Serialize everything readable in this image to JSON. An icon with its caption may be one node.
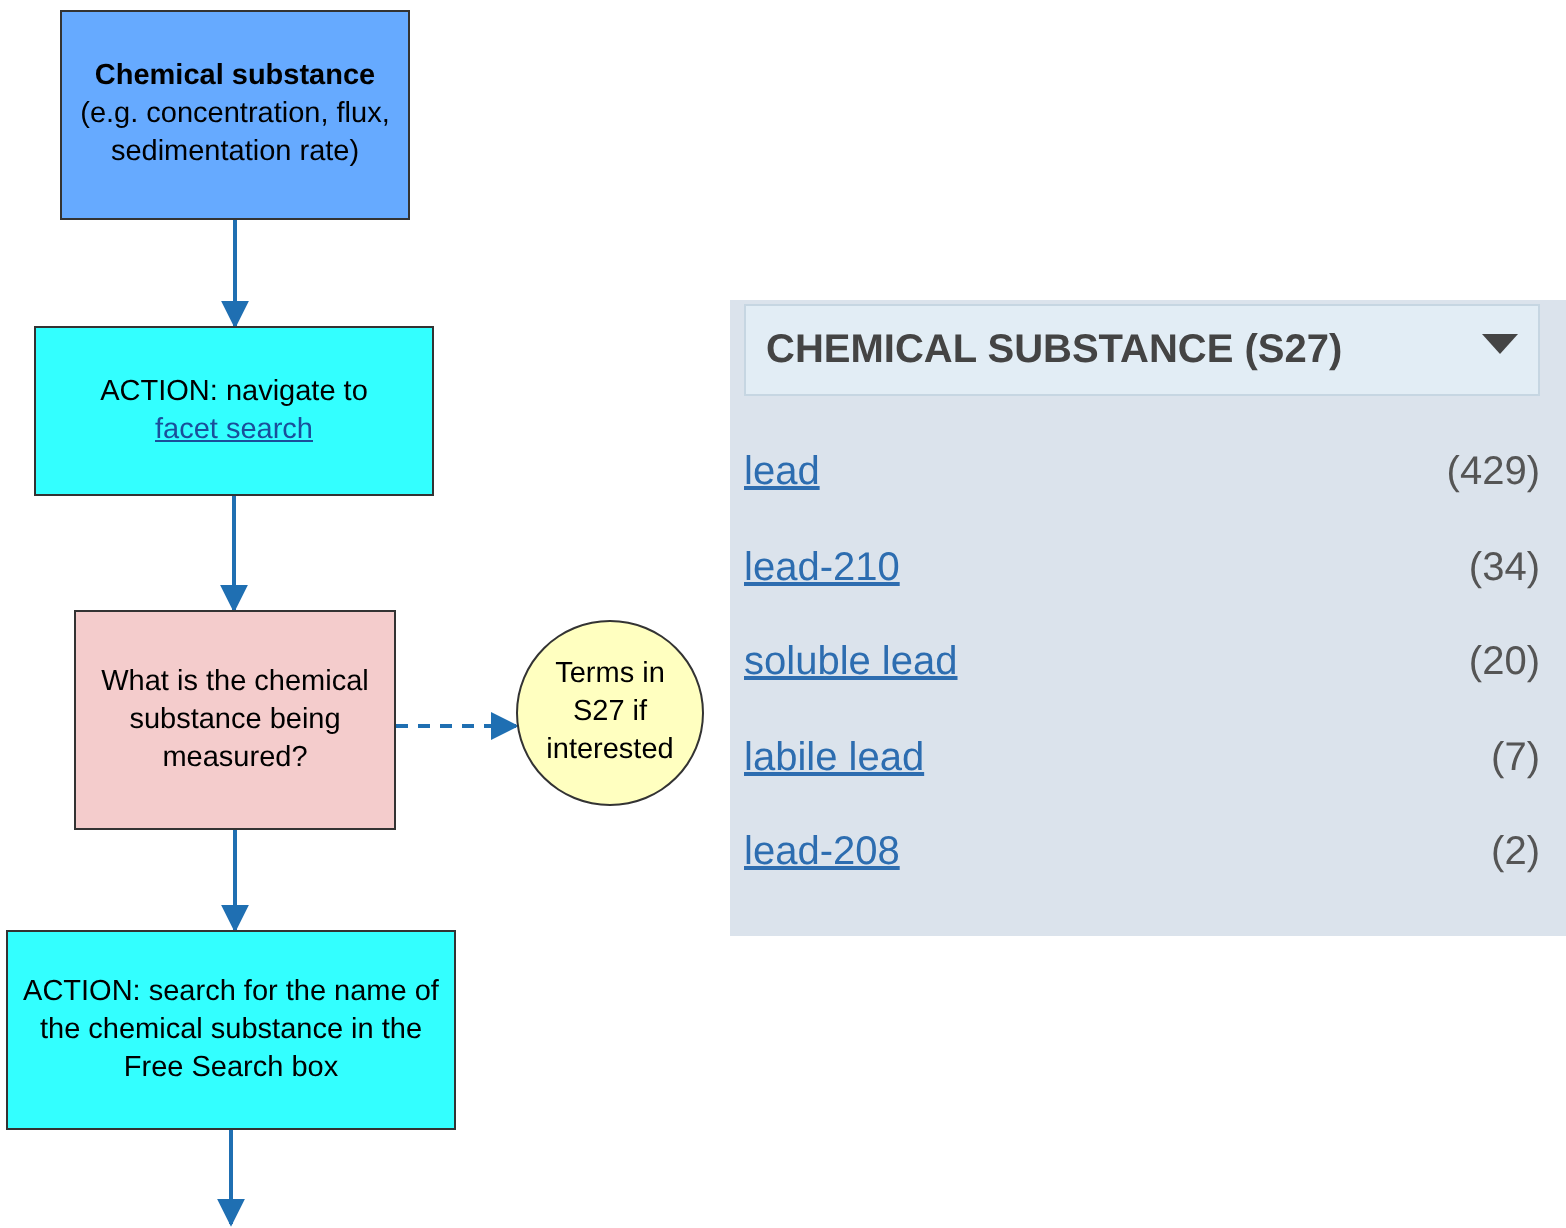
{
  "diagram": {
    "nodes": [
      {
        "text": [
          "Chemical substance",
          "(e.g. concentration, flux, sedimentation rate)"
        ]
      },
      {
        "text": [
          "ACTION: navigate to",
          "facet search"
        ]
      },
      {
        "text": [
          "What is the chemical substance being measured?"
        ]
      },
      {
        "text": [
          "Terms in S27 if interested"
        ]
      },
      {
        "text": [
          "ACTION: search for the name of the chemical substance in the Free Search box"
        ]
      }
    ],
    "edges": [
      {
        "from": 0,
        "to": 1,
        "arrow": "to"
      },
      {
        "from": 1,
        "to": 2,
        "arrow": "to"
      },
      {
        "from": 2,
        "to": 3,
        "arrow": "to",
        "style": "dashed"
      },
      {
        "from": 2,
        "to": 4,
        "arrow": "to"
      },
      {
        "from": 4,
        "to": null,
        "arrow": "to"
      }
    ],
    "labels": [
      "CHEMICAL SUBSTANCE (S27)",
      "lead",
      "(429)",
      "lead-210",
      "(34)",
      "soluble lead",
      "(20)",
      "labile lead",
      "(7)",
      "lead-208",
      "(2)"
    ]
  }
}
